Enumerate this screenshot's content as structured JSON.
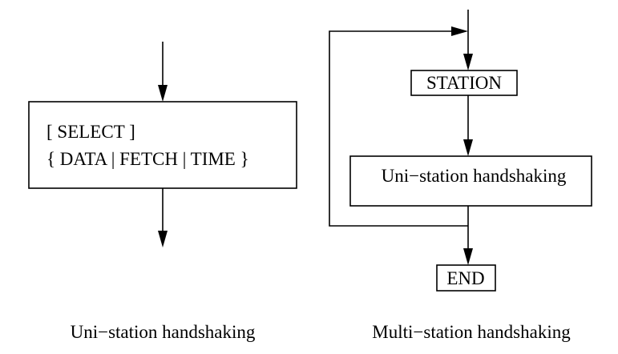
{
  "uni": {
    "box_line1": "[ SELECT ]",
    "box_line2": "{ DATA | FETCH | TIME }",
    "caption": "Uni−station handshaking"
  },
  "multi": {
    "station_label": "STATION",
    "inner_label": "Uni−station handshaking",
    "end_label": "END",
    "caption": "Multi−station handshaking"
  }
}
